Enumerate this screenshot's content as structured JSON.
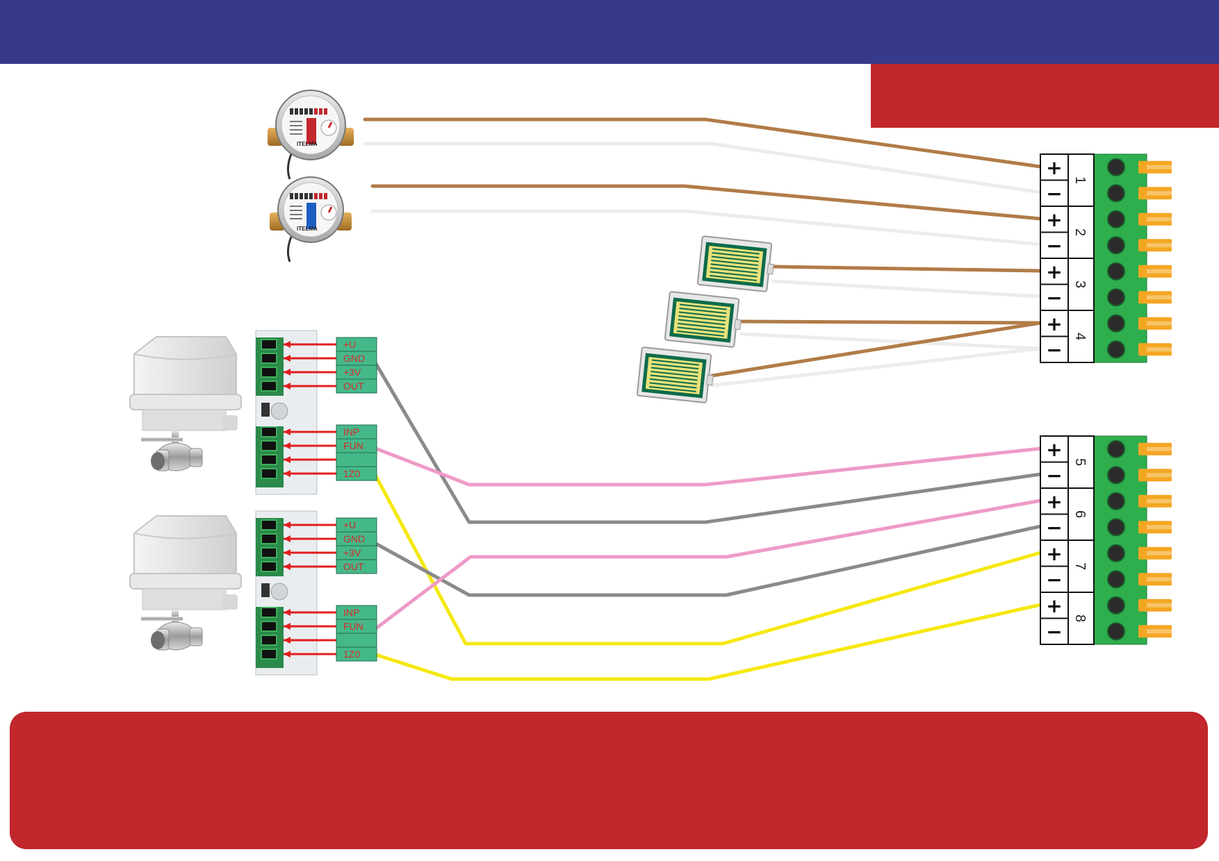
{
  "colors": {
    "blue_band": "#373a8a",
    "red": "#c1272d",
    "wire_brown": "#b07c48",
    "wire_white": "#ececec",
    "wire_pink": "#ee9ac8",
    "wire_gray": "#8a8a8a",
    "wire_yellow": "#f5e80f",
    "terminal_green": "#2fae4e",
    "label_green": "#45b88a",
    "pin_orange": "#f5a623"
  },
  "meters": [
    {
      "brand": "ITELMA",
      "accent": "#c1272d"
    },
    {
      "brand": "ITELMA",
      "accent": "#1c5fc2"
    }
  ],
  "terminal_blocks": [
    {
      "channels": [
        "1",
        "2",
        "3",
        "4"
      ]
    },
    {
      "channels": [
        "5",
        "6",
        "7",
        "8"
      ]
    }
  ],
  "terminal_signs": {
    "plus": "+",
    "minus": "−"
  },
  "valve_module_labels": {
    "top_group": [
      "+U",
      "GND",
      "+3V",
      "OUT"
    ],
    "bottom_group": [
      "INP",
      "FUN",
      "",
      "1Z0"
    ]
  },
  "icons": [
    "water-meter-icon",
    "leak-sensor-icon",
    "motorized-valve-icon",
    "terminal-block-icon"
  ]
}
